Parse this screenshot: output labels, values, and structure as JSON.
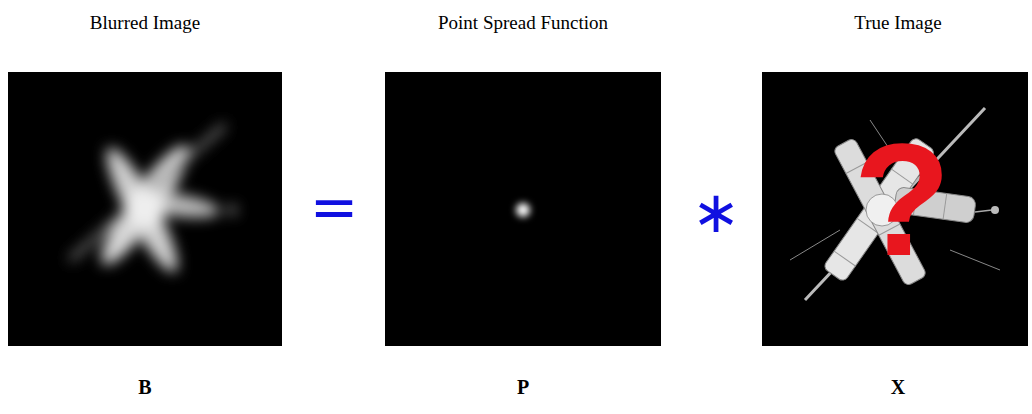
{
  "diagram": {
    "labels": [
      "Blurred Image",
      "Point Spread Function",
      "True Image",
      "=",
      "∗",
      "?",
      "B",
      "P",
      "X"
    ]
  }
}
